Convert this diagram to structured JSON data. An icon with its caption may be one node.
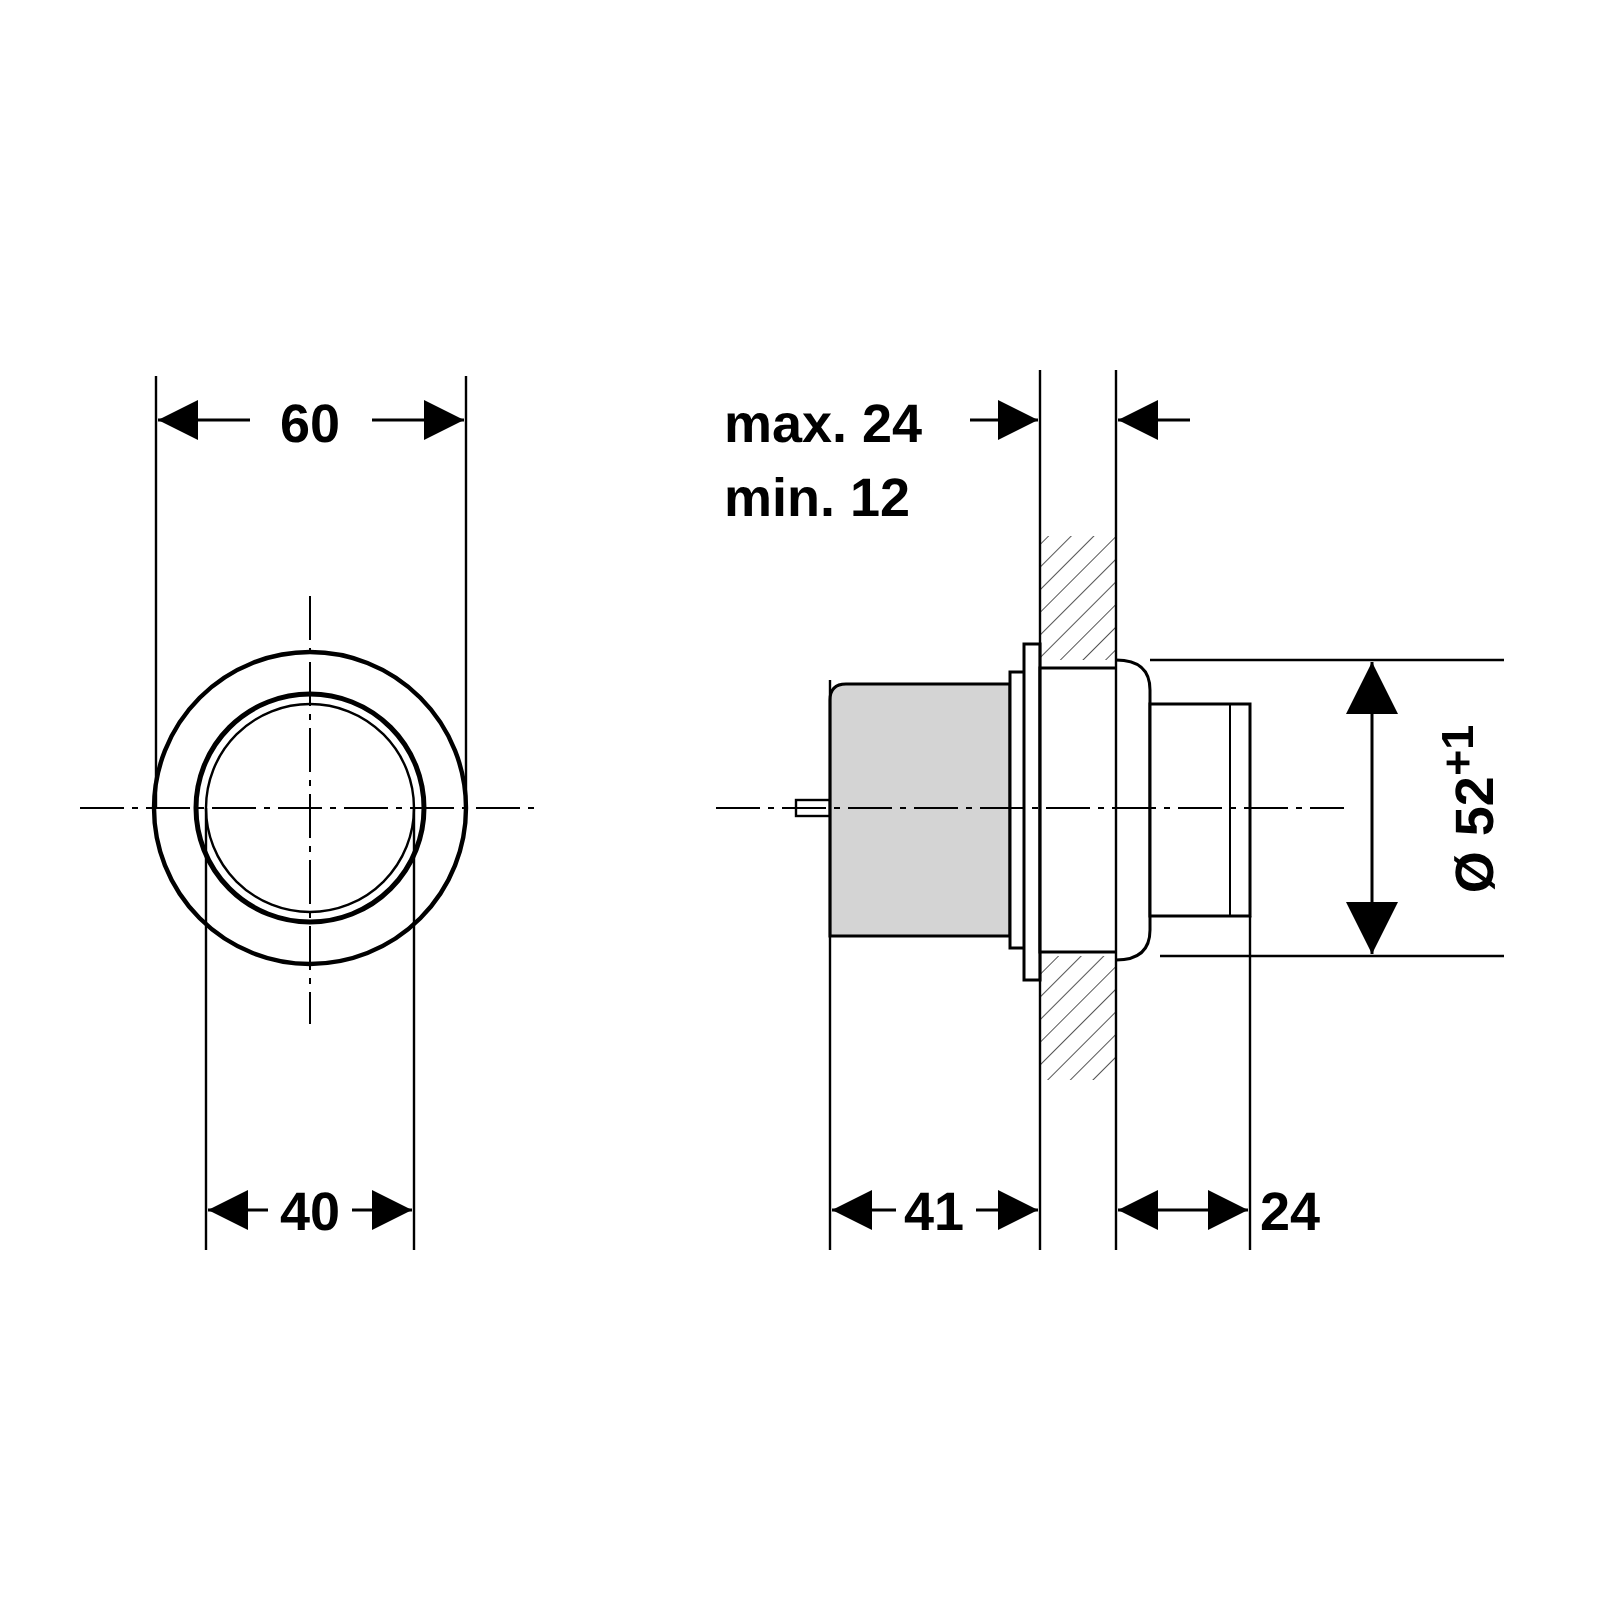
{
  "diagram": {
    "labels": [
      "60",
      "max. 24",
      "min. 12",
      "Ø 52$^{+1}$",
      "40",
      "41",
      "24"
    ]
  }
}
